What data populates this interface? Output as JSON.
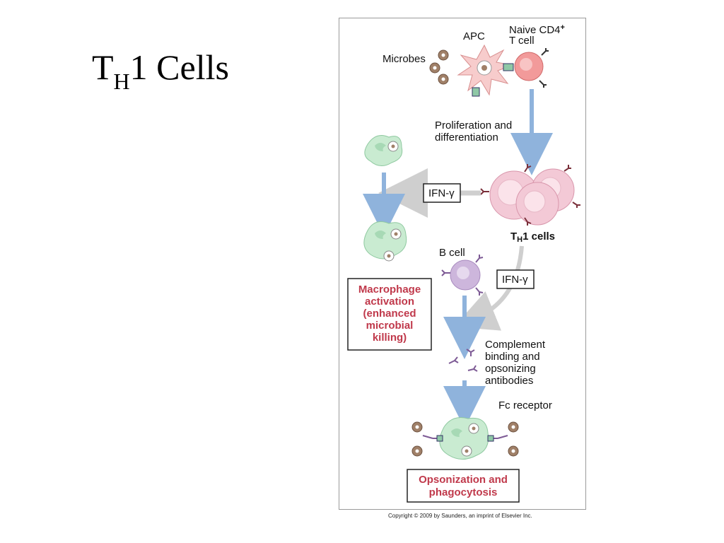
{
  "slide": {
    "title_main": "T",
    "title_sub": "H",
    "title_rest": "1 Cells"
  },
  "figure": {
    "labels": {
      "apc": "APC",
      "naive_line1": "Naive CD4",
      "naive_sup": "+",
      "naive_line2": "T cell",
      "microbes": "Microbes",
      "prolif_line1": "Proliferation and",
      "prolif_line2": "differentiation",
      "ifn_gamma_1": "IFN-γ",
      "ifn_gamma_2": "IFN-γ",
      "th1_t": "T",
      "th1_h": "H",
      "th1_rest": "1 cells",
      "b_cell": "B cell",
      "complement_line1": "Complement",
      "complement_line2": "binding and",
      "complement_line3": "opsonizing",
      "complement_line4": "antibodies",
      "fc_receptor": "Fc receptor",
      "macro_line1": "Macrophage",
      "macro_line2": "activation",
      "macro_line3": "(enhanced",
      "macro_line4": "microbial",
      "macro_line5": "killing)",
      "opson_line1": "Opsonization and",
      "opson_line2": "phagocytosis"
    },
    "colors": {
      "arrow_blue": "#8fb3dc",
      "arrow_gray": "#cfcfcf",
      "macrophage_green": "#c9ebd1",
      "t_cell_pink": "#f3c9d6",
      "b_cell_purple": "#cdb6dc",
      "apc_pink": "#f7cccc",
      "accent_red": "#c0394b"
    }
  },
  "copyright": "Copyright © 2009 by Saunders, an imprint of Elsevier Inc."
}
